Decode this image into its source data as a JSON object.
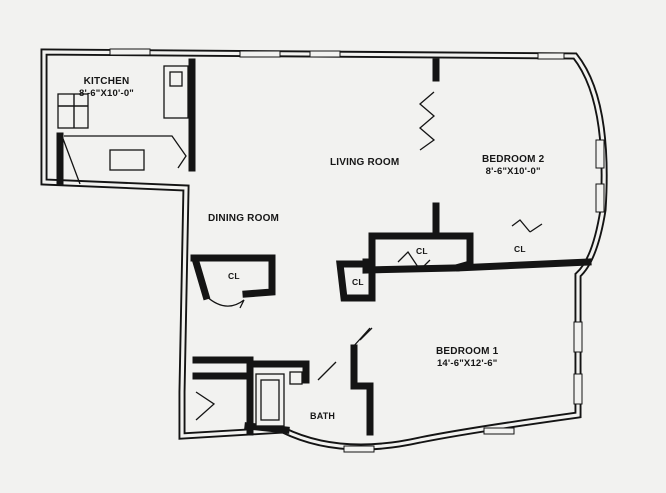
{
  "rooms": {
    "kitchen": {
      "name": "KITCHEN",
      "dimensions": "8'-6\"X10'-0\""
    },
    "living_room": {
      "name": "LIVING ROOM"
    },
    "dining_room": {
      "name": "DINING ROOM"
    },
    "bedroom_2": {
      "name": "BEDROOM 2",
      "dimensions": "8'-6\"X10'-0\""
    },
    "bedroom_1": {
      "name": "BEDROOM 1",
      "dimensions": "14'-6\"X12'-6\""
    },
    "bath": {
      "name": "BATH"
    }
  },
  "closets": {
    "dining": "CL",
    "bath_corner": "CL",
    "hall": "CL",
    "bedroom_2": "CL"
  },
  "colors": {
    "ink": "#141414",
    "paper": "#f2f2f0"
  }
}
